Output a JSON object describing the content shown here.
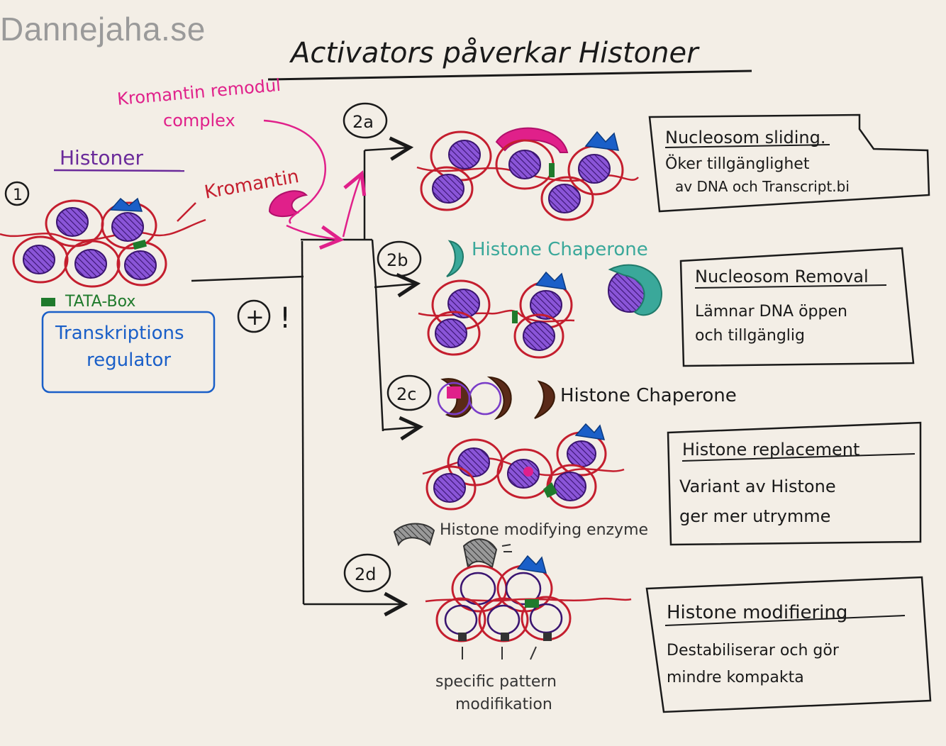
{
  "watermark": "Dannejaha.se",
  "title": "Activators påverkar Histoner",
  "section1": {
    "step": "1",
    "histoner_label": "Histoner",
    "tata_label": "TATA-Box",
    "regulator_line1": "Transkriptions",
    "regulator_line2": "regulator",
    "plus_sign": "+",
    "exclamation": "!"
  },
  "annotations": {
    "remodel_line1": "Kromantin remodul",
    "remodel_line2": "complex",
    "kromantin": "Kromantin",
    "chaperone_2b": "Histone Chaperone",
    "chaperone_2c": "Histone Chaperone",
    "enzyme": "Histone modifying enzyme",
    "pattern_line1": "specific pattern",
    "pattern_line2": "modifikation"
  },
  "steps": [
    "2a",
    "2b",
    "2c",
    "2d"
  ],
  "boxes": [
    {
      "title": "Nucleosom sliding.",
      "line1": "Öker tillgänglighet",
      "line2": "av DNA och Transcript.bi"
    },
    {
      "title": "Nucleosom Removal",
      "line1": "Lämnar DNA öppen",
      "line2": "och tillgänglig"
    },
    {
      "title": "Histone replacement",
      "line1": "Variant av Histone",
      "line2": "ger mer utrymme"
    },
    {
      "title": "Histone modifiering",
      "line1": "Destabiliserar och gör",
      "line2": "mindre kompakta"
    }
  ],
  "colors": {
    "paper": "#f3eee6",
    "ink": "#1a1a1a",
    "nucleosome_fill": "#7a3cc8",
    "dna_red": "#c41e2e",
    "magenta": "#e0208a",
    "blue": "#1a5fc8",
    "green": "#1f7a2c",
    "teal": "#3aa89a",
    "brown": "#5a2a18",
    "purple_text": "#6a2a9a",
    "grey": "#555555"
  }
}
